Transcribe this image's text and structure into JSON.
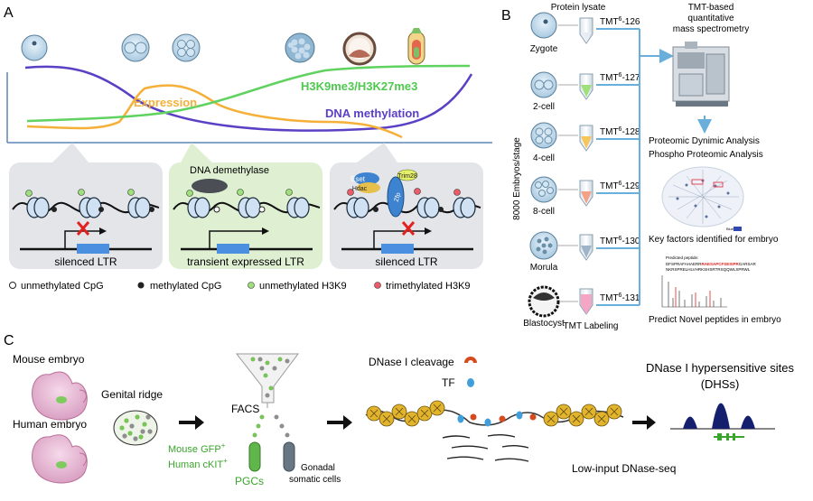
{
  "panelA": {
    "label": "A",
    "curves": {
      "expression": "Expression",
      "histone": "H3K9me3/H3K27me3",
      "methylation": "DNA methylation"
    },
    "boxes": [
      {
        "caption": "silenced LTR"
      },
      {
        "caption": "transient expressed LTR",
        "enzyme": "DNA demethylase"
      },
      {
        "caption": "silenced LTR",
        "protein1": "Eset",
        "protein2": "Hdac",
        "protein3": "Trim28",
        "protein4": "Zfp"
      }
    ],
    "legend": [
      "unmethylated CpG",
      "methylated CpG",
      "unmethylated H3K9",
      "trimethylated H3K9"
    ]
  },
  "panelB": {
    "label": "B",
    "protein_lysate": "Protein lysate",
    "tmt_title": "TMT-based quantitative mass spectrometry",
    "vertical": "8000 Embryos/stage",
    "stages": [
      "Zygote",
      "2-cell",
      "4-cell",
      "8-cell",
      "Morula",
      "Blastocyst"
    ],
    "tags": [
      "126",
      "127",
      "128",
      "129",
      "130",
      "131"
    ],
    "tmt_prefix": "TMT",
    "tmt_sup": "6",
    "tmt_labeling": "TMT Labeling",
    "analysis1": "Proteomic Dynimic Analysis",
    "analysis2": "Phospho Proteomic Analysis",
    "key_factors": "Key factors identified for embryo",
    "novel": "Predict Novel peptides in embryo",
    "predicted_peptide": "Predicted peptide:",
    "seq1a": "DFSPRAFAHAERR",
    "seq1b": "RAESAPCFSESIPR",
    "seq1c": "GARSAR",
    "seq2": "NKRSPRELHLVHRKSHSRTRSQQWLSPRWL",
    "blue_tag": "Blue"
  },
  "panelC": {
    "label": "C",
    "mouse": "Mouse embryo",
    "human": "Human embryo",
    "genital": "Genital ridge",
    "facs": "FACS",
    "mouse_gfp": "Mouse GFP",
    "human_ckit": "Human cKIT",
    "plus": "+",
    "pgcs": "PGCs",
    "gonadal1": "Gonadal",
    "gonadal2": "somatic cells",
    "cleavage": "DNase I cleavage",
    "tf": "TF",
    "dhs1": "DNase I hypersensitive sites",
    "dhs2": "(DHSs)",
    "lowinput": "Low-input DNase-seq"
  }
}
